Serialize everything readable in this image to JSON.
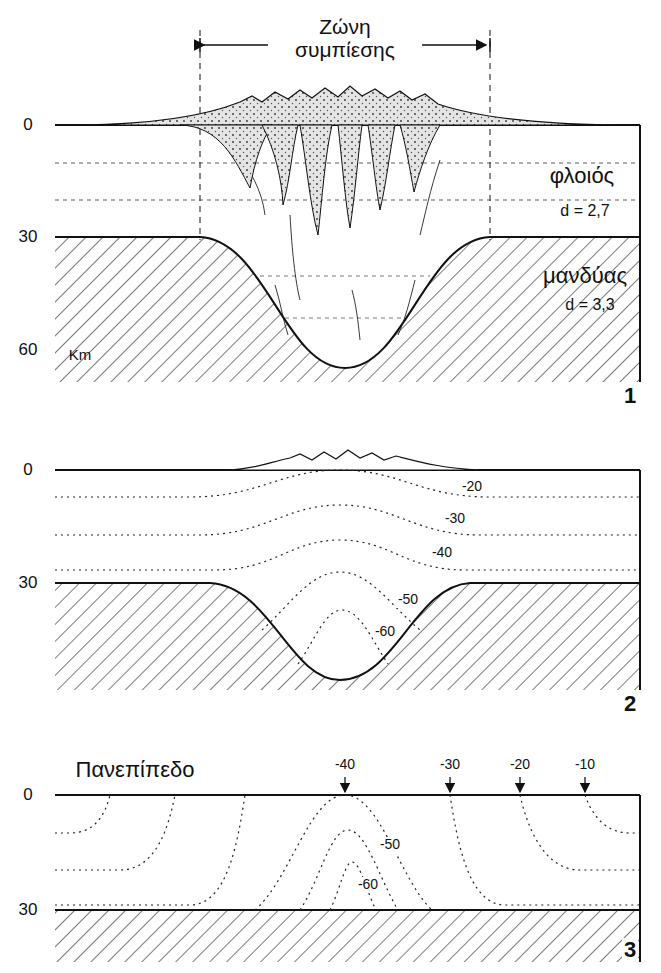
{
  "diagram": {
    "labels": [
      "Ζώνη συμπίεσης",
      "0",
      "φλοιός",
      "d = 2,7",
      "30",
      "μανδύας",
      "d = 3,3",
      "60",
      "Km",
      "1",
      "0",
      "-20",
      "-30",
      "-40",
      "30",
      "-50",
      "-60",
      "2",
      "Πανεπίπεδο",
      "0",
      "-40",
      "-30",
      "-20",
      "-10",
      "-50",
      "-60",
      "30",
      "3"
    ]
  }
}
